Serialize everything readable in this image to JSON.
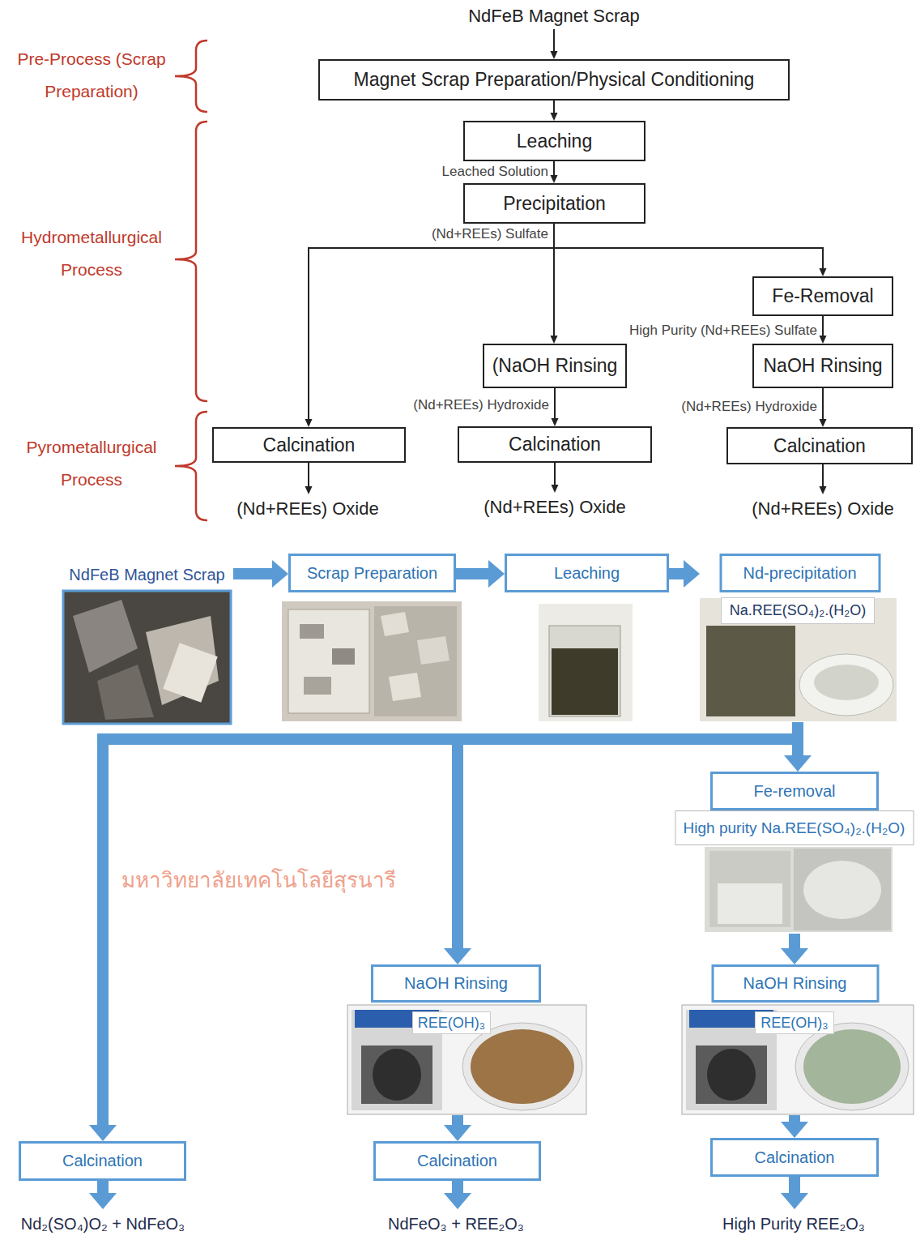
{
  "diagram": {
    "nodes": [
      {
        "text": [
          "NdFeB Magnet Scrap"
        ]
      },
      {
        "text": [
          "Magnet Scrap Preparation/Physical Conditioning"
        ]
      },
      {
        "text": [
          "Leaching"
        ]
      },
      {
        "text": [
          "Precipitation"
        ]
      },
      {
        "text": [
          "Fe-Removal"
        ]
      },
      {
        "text": [
          "(NaOH Rinsing"
        ]
      },
      {
        "text": [
          "NaOH Rinsing"
        ]
      },
      {
        "text": [
          "Calcination"
        ]
      },
      {
        "text": [
          "Calcination"
        ]
      },
      {
        "text": [
          "Calcination"
        ]
      },
      {
        "text": [
          "(Nd+REEs) Oxide"
        ]
      },
      {
        "text": [
          "(Nd+REEs) Oxide"
        ]
      },
      {
        "text": [
          "(Nd+REEs) Oxide"
        ]
      },
      {
        "text": [
          "NdFeB Magnet Scrap"
        ]
      },
      {
        "text": [
          "Scrap Preparation"
        ]
      },
      {
        "text": [
          "Leaching"
        ]
      },
      {
        "text": [
          "Nd-precipitation"
        ]
      },
      {
        "text": [
          "Na.REE(SO₄)₂.(H₂O)"
        ],
        "in": 16
      },
      {
        "text": [
          "Fe-removal"
        ]
      },
      {
        "text": [
          "High purity Na.REE(SO₄)₂.(H₂O)"
        ]
      },
      {
        "text": [
          "NaOH Rinsing"
        ]
      },
      {
        "text": [
          "REE(OH)₃"
        ],
        "in": 20
      },
      {
        "text": [
          "NaOH Rinsing"
        ]
      },
      {
        "text": [
          "REE(OH)₃"
        ],
        "in": 22
      },
      {
        "text": [
          "Calcination"
        ]
      },
      {
        "text": [
          "Calcination"
        ]
      },
      {
        "text": [
          "Calcination"
        ]
      },
      {
        "text": [
          "Nd₂(SO₄)O₂ + NdFeO₃"
        ]
      },
      {
        "text": [
          "NdFeO₃ + REE₂O₃"
        ]
      },
      {
        "text": [
          "High Purity REE₂O₃"
        ]
      }
    ],
    "edges": [
      {
        "from": 0,
        "to": 1,
        "arrow": "to"
      },
      {
        "from": 1,
        "to": 2,
        "arrow": "to"
      },
      {
        "from": 2,
        "to": 3,
        "label": "Leached Solution",
        "arrow": "to"
      },
      {
        "from": 3,
        "to": 7,
        "arrow": "to"
      },
      {
        "from": 3,
        "to": 5,
        "label": "(Nd+REEs) Sulfate",
        "arrow": "to"
      },
      {
        "from": 3,
        "to": 4,
        "arrow": "to"
      },
      {
        "from": 4,
        "to": 6,
        "label": "High Purity (Nd+REEs) Sulfate",
        "arrow": "to"
      },
      {
        "from": 5,
        "to": 8,
        "label": "(Nd+REEs) Hydroxide",
        "arrow": "to"
      },
      {
        "from": 6,
        "to": 9,
        "label": "(Nd+REEs) Hydroxide",
        "arrow": "to"
      },
      {
        "from": 7,
        "to": 10,
        "arrow": "to"
      },
      {
        "from": 8,
        "to": 11,
        "arrow": "to"
      },
      {
        "from": 9,
        "to": 12,
        "arrow": "to"
      },
      {
        "from": 13,
        "to": 14,
        "arrow": "to"
      },
      {
        "from": 14,
        "to": 15,
        "arrow": "to"
      },
      {
        "from": 15,
        "to": 16,
        "arrow": "to"
      },
      {
        "from": 16,
        "to": 24,
        "arrow": "to"
      },
      {
        "from": 16,
        "to": 20,
        "arrow": "to"
      },
      {
        "from": 16,
        "to": 18,
        "arrow": "to"
      },
      {
        "from": 19,
        "to": 22,
        "arrow": "to"
      },
      {
        "from": 20,
        "to": 25,
        "arrow": "to"
      },
      {
        "from": 22,
        "to": 26,
        "arrow": "to"
      },
      {
        "from": 24,
        "to": 27,
        "arrow": "to"
      },
      {
        "from": 25,
        "to": 28,
        "arrow": "to"
      },
      {
        "from": 26,
        "to": 29,
        "arrow": "to"
      }
    ],
    "labels": [
      "Pre-Process (Scrap Preparation)",
      "Hydrometallurgical Process",
      "Pyrometallurgical Process",
      "มหาวิทยาลัยเทคโนโลยีสุรนารี"
    ]
  }
}
